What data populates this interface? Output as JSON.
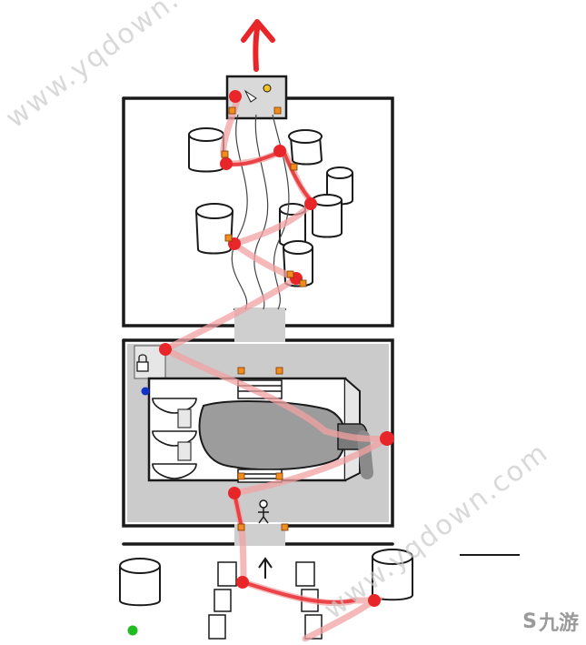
{
  "watermarks": [
    "www.yqdown.com",
    "www.yqdown.com"
  ],
  "logo": {
    "mark": "S",
    "text": "九游"
  },
  "colors": {
    "route": "#e8262a",
    "route_trail": "#f2a2a2",
    "wall": "#1a1a1a",
    "floor_gray": "#c8c8c8",
    "pool": "#9c9c9c",
    "item_orange": "#f28c1e",
    "item_blue": "#1133cc",
    "item_green": "#22bb22"
  },
  "map": {
    "exit_arrow": "up-arrow-icon",
    "player": "stick-figure-icon",
    "small_arrow": "up-arrow-icon"
  }
}
